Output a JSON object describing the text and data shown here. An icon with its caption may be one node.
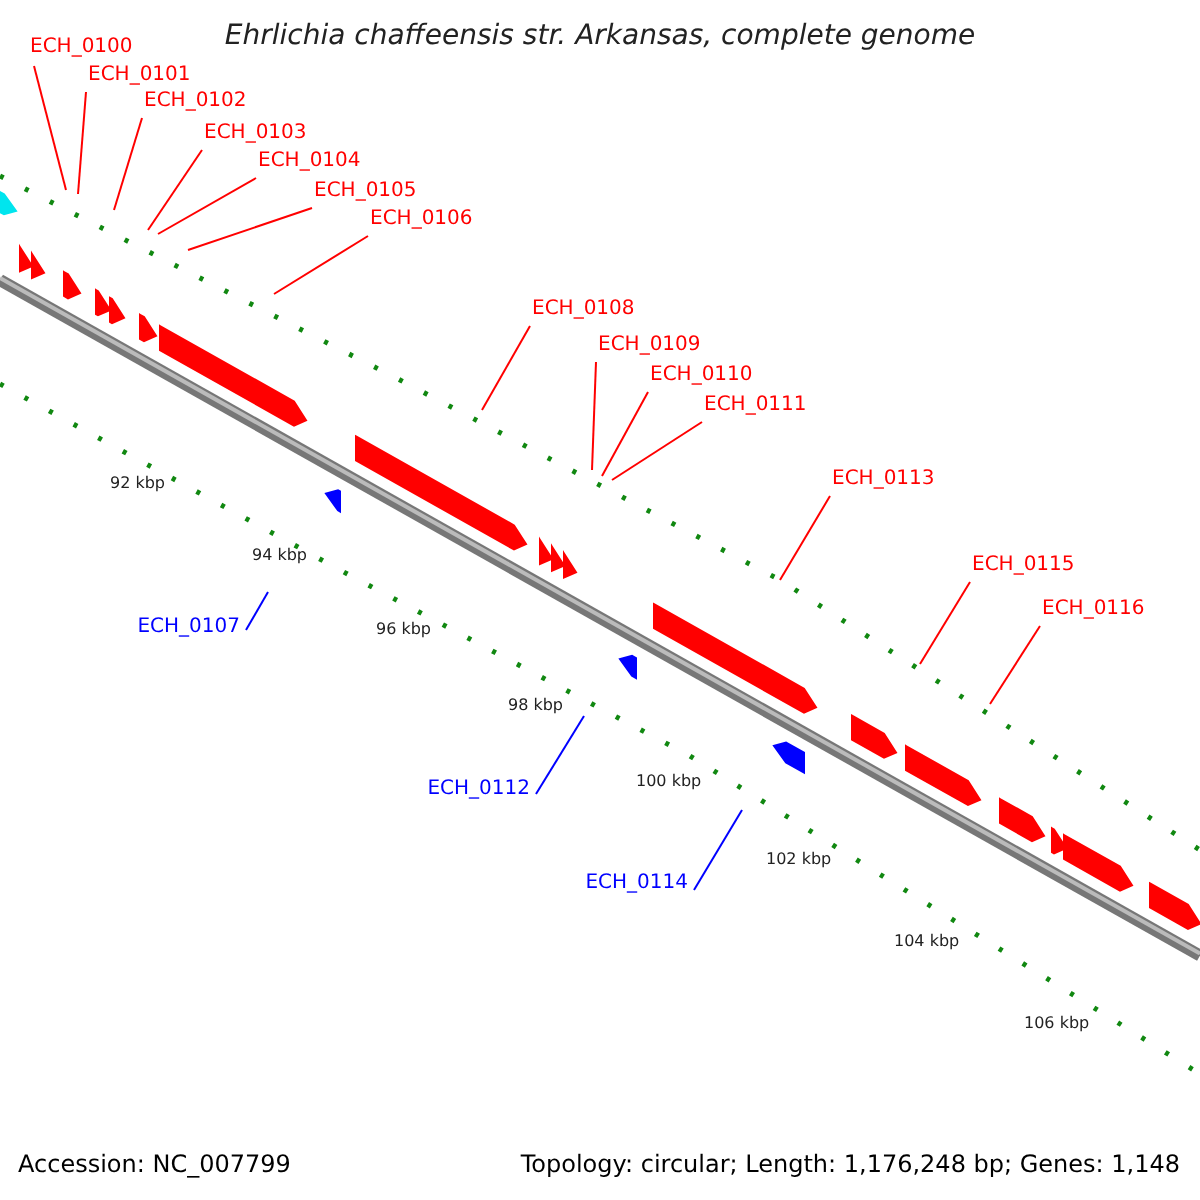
{
  "diagram": {
    "title": "Ehrlichia chaffeensis str. Arkansas, complete genome",
    "nodes": [
      {
        "text": [
          "ECH_0100"
        ]
      },
      {
        "text": [
          "ECH_0101"
        ]
      },
      {
        "text": [
          "ECH_0102"
        ]
      },
      {
        "text": [
          "ECH_0103"
        ]
      },
      {
        "text": [
          "ECH_0104"
        ]
      },
      {
        "text": [
          "ECH_0105"
        ]
      },
      {
        "text": [
          "ECH_0106"
        ]
      },
      {
        "text": [
          "ECH_0108"
        ]
      },
      {
        "text": [
          "ECH_0109"
        ]
      },
      {
        "text": [
          "ECH_0110"
        ]
      },
      {
        "text": [
          "ECH_0111"
        ]
      },
      {
        "text": [
          "ECH_0113"
        ]
      },
      {
        "text": [
          "ECH_0115"
        ]
      },
      {
        "text": [
          "ECH_0116"
        ]
      },
      {
        "text": [
          "ECH_0107"
        ]
      },
      {
        "text": [
          "ECH_0112"
        ]
      },
      {
        "text": [
          "ECH_0114"
        ]
      }
    ],
    "edges": [
      {
        "from": 0,
        "to": null,
        "arrow": "none"
      },
      {
        "from": 1,
        "to": null,
        "arrow": "none"
      },
      {
        "from": 2,
        "to": null,
        "arrow": "none"
      },
      {
        "from": 3,
        "to": null,
        "arrow": "none"
      },
      {
        "from": 4,
        "to": null,
        "arrow": "none"
      },
      {
        "from": 5,
        "to": null,
        "arrow": "none"
      },
      {
        "from": 6,
        "to": null,
        "arrow": "none"
      },
      {
        "from": 7,
        "to": null,
        "arrow": "none"
      },
      {
        "from": 8,
        "to": null,
        "arrow": "none"
      },
      {
        "from": 9,
        "to": null,
        "arrow": "none"
      },
      {
        "from": 10,
        "to": null,
        "arrow": "none"
      },
      {
        "from": 11,
        "to": null,
        "arrow": "none"
      },
      {
        "from": 12,
        "to": null,
        "arrow": "none"
      },
      {
        "from": 13,
        "to": null,
        "arrow": "none"
      },
      {
        "from": 14,
        "to": null,
        "arrow": "none",
        "color": "#0000ff"
      },
      {
        "from": 15,
        "to": null,
        "arrow": "none",
        "color": "#0000ff"
      },
      {
        "from": 16,
        "to": null,
        "arrow": "none",
        "color": "#0000ff"
      }
    ],
    "labels": [
      "92 kbp",
      "94 kbp",
      "96 kbp",
      "98 kbp",
      "100 kbp",
      "102 kbp",
      "104 kbp",
      "106 kbp",
      "Accession: NC_007799",
      "Topology: circular; Length: 1,176,248 bp; Genes: 1,148"
    ]
  }
}
